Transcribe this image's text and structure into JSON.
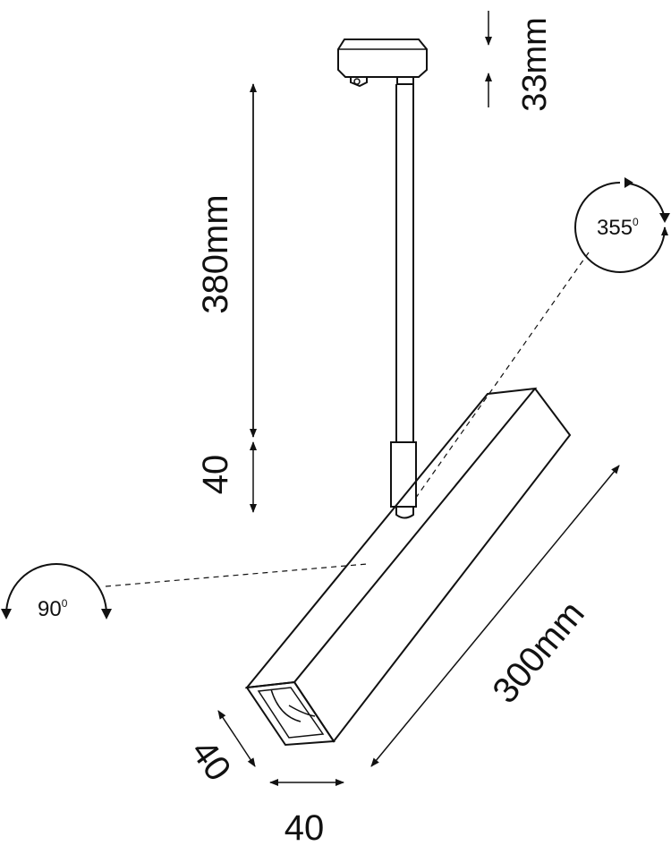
{
  "dimensions": {
    "track_adapter_height": "33mm",
    "rod_length": "380mm",
    "joint_height": "40",
    "body_length": "300mm",
    "body_depth": "40",
    "body_width": "40"
  },
  "rotations": {
    "horizontal_angle": "355",
    "vertical_angle": "90",
    "degree_symbol": "0"
  },
  "colors": {
    "stroke": "#111111",
    "background": "#ffffff"
  }
}
